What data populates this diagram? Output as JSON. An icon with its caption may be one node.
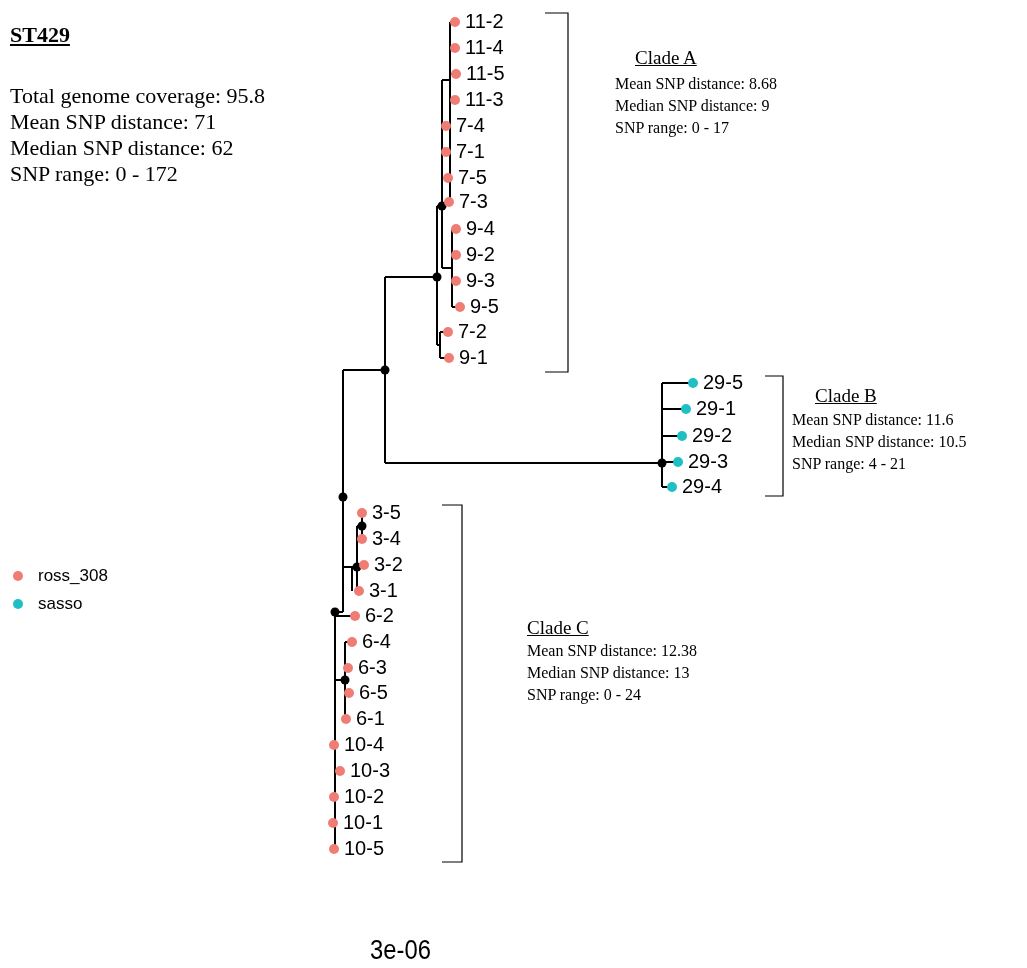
{
  "diagram": {
    "title": "ST429",
    "labels": [
      "Total genome coverage: 95.8",
      "Mean SNP distance: 71",
      "Median SNP distance: 62",
      "SNP range: 0 - 172",
      "11-2",
      "11-4",
      "11-5",
      "11-3",
      "7-4",
      "7-1",
      "7-5",
      "7-3",
      "9-4",
      "9-2",
      "9-3",
      "9-5",
      "7-2",
      "9-1",
      "Clade A",
      "Mean SNP distance: 8.68",
      "Median SNP distance: 9",
      "SNP range: 0 - 17",
      "29-5",
      "29-1",
      "29-2",
      "29-3",
      "29-4",
      "Clade B",
      "Mean SNP distance: 11.6",
      "Median SNP distance: 10.5",
      "SNP range: 4 - 21",
      "3-5",
      "3-4",
      "3-2",
      "3-1",
      "6-2",
      "6-4",
      "6-3",
      "6-5",
      "6-1",
      "10-4",
      "10-3",
      "10-2",
      "10-1",
      "10-5",
      "Clade C",
      "Mean SNP distance: 12.38",
      "Median SNP distance: 13",
      "SNP range: 0 - 24",
      "3e-06"
    ],
    "legend": [
      {
        "text": "ross_308",
        "color": "#f07d74"
      },
      {
        "text": "sasso",
        "color": "#1fbfc4"
      }
    ]
  }
}
